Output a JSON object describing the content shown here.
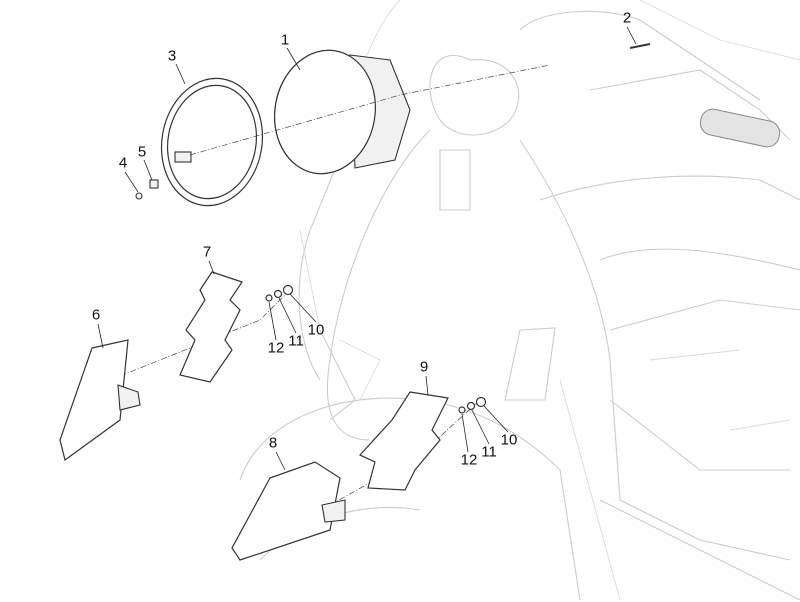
{
  "title": "Headlight and front turn signals exploded parts diagram",
  "callouts": [
    {
      "id": "callout-1",
      "text": "1"
    },
    {
      "id": "callout-2",
      "text": "2"
    },
    {
      "id": "callout-3",
      "text": "3"
    },
    {
      "id": "callout-4",
      "text": "4"
    },
    {
      "id": "callout-5",
      "text": "5"
    },
    {
      "id": "callout-6",
      "text": "6"
    },
    {
      "id": "callout-7",
      "text": "7"
    },
    {
      "id": "callout-8",
      "text": "8"
    },
    {
      "id": "callout-9",
      "text": "9"
    },
    {
      "id": "callout-10a",
      "text": "10"
    },
    {
      "id": "callout-11a",
      "text": "11"
    },
    {
      "id": "callout-12a",
      "text": "12"
    },
    {
      "id": "callout-10b",
      "text": "10"
    },
    {
      "id": "callout-11b",
      "text": "11"
    },
    {
      "id": "callout-12b",
      "text": "12"
    }
  ]
}
